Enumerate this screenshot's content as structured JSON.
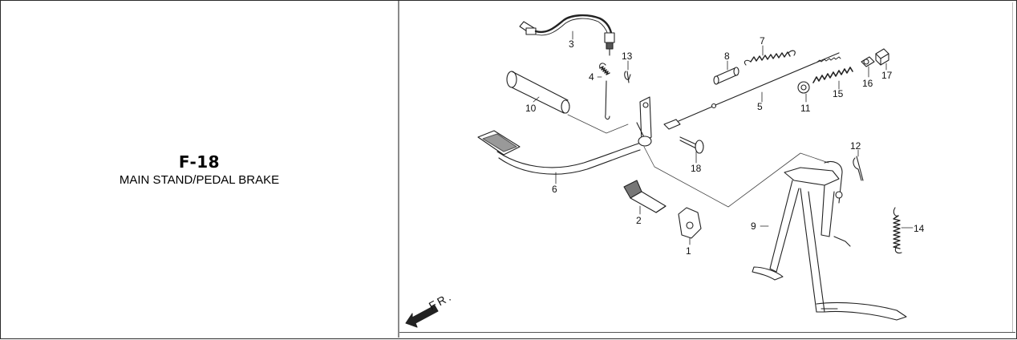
{
  "section": {
    "code": "F-18",
    "title": "MAIN STAND/PEDAL BRAKE"
  },
  "diagram": {
    "direction_label": "FR.",
    "callouts": [
      "1",
      "2",
      "3",
      "4",
      "5",
      "6",
      "7",
      "8",
      "9",
      "10",
      "11",
      "12",
      "13",
      "14",
      "15",
      "16",
      "17",
      "18"
    ]
  }
}
